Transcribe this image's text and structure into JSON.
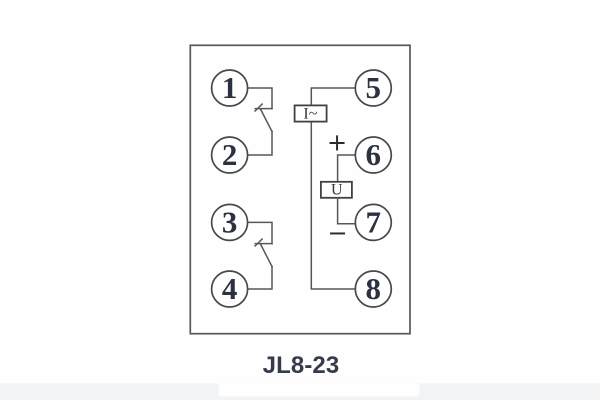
{
  "diagram": {
    "caption": "JL8-23",
    "terminals": [
      {
        "id": "1"
      },
      {
        "id": "2"
      },
      {
        "id": "3"
      },
      {
        "id": "4"
      },
      {
        "id": "5"
      },
      {
        "id": "6"
      },
      {
        "id": "7"
      },
      {
        "id": "8"
      }
    ],
    "components": {
      "current_coil": {
        "label": "I~"
      },
      "voltage_coil": {
        "label": "U"
      }
    },
    "polarity": {
      "plus": "+",
      "minus": "−"
    },
    "colors": {
      "line": "#55575b",
      "digit": "#2c3140",
      "caption": "#363c49",
      "footer_band": "#f2f3f4"
    }
  }
}
